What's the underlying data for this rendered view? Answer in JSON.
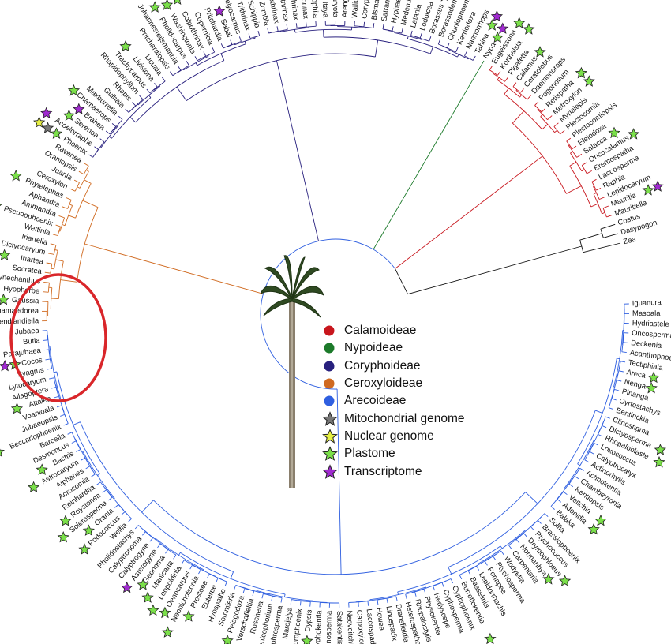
{
  "legend": {
    "items": [
      {
        "label": "Calamoideae",
        "shape": "dot",
        "color": "#c8161d"
      },
      {
        "label": "Nypoideae",
        "shape": "dot",
        "color": "#1c7a2a"
      },
      {
        "label": "Coryphoideae",
        "shape": "dot",
        "color": "#28207e"
      },
      {
        "label": "Ceroxyloideae",
        "shape": "dot",
        "color": "#d06a20"
      },
      {
        "label": "Arecoideae",
        "shape": "dot",
        "color": "#2f5fe0"
      },
      {
        "label": "Mitochondrial genome",
        "shape": "star",
        "color": "#777777"
      },
      {
        "label": "Nuclear genome",
        "shape": "star",
        "color": "#e6f043"
      },
      {
        "label": "Plastome",
        "shape": "star",
        "color": "#7be04a"
      },
      {
        "label": "Transcriptome",
        "shape": "star",
        "color": "#a02bd0"
      }
    ]
  },
  "highlight": {
    "color": "#d9262a"
  },
  "taxa": [
    {
      "name": "Iguanura",
      "clade": "arec",
      "stars": []
    },
    {
      "name": "Masoala",
      "clade": "arec",
      "stars": []
    },
    {
      "name": "Hydriastele",
      "clade": "arec",
      "stars": [
        "plast"
      ]
    },
    {
      "name": "Oncosperma",
      "clade": "arec",
      "stars": []
    },
    {
      "name": "Deckenia",
      "clade": "arec",
      "stars": []
    },
    {
      "name": "Acanthophoenix",
      "clade": "arec",
      "stars": []
    },
    {
      "name": "Tectiphiala",
      "clade": "arec",
      "stars": []
    },
    {
      "name": "Areca",
      "clade": "arec",
      "stars": [
        "plast"
      ]
    },
    {
      "name": "Nenga",
      "clade": "arec",
      "stars": [
        "plast"
      ]
    },
    {
      "name": "Pinanga",
      "clade": "arec",
      "stars": []
    },
    {
      "name": "Cyrtostachys",
      "clade": "arec",
      "stars": []
    },
    {
      "name": "Bentinckia",
      "clade": "arec",
      "stars": []
    },
    {
      "name": "Clinostigma",
      "clade": "arec",
      "stars": []
    },
    {
      "name": "Dictyosperma",
      "clade": "arec",
      "stars": [
        "plast"
      ]
    },
    {
      "name": "Rhopaloblaste",
      "clade": "arec",
      "stars": [
        "plast"
      ]
    },
    {
      "name": "Loxococcus",
      "clade": "arec",
      "stars": []
    },
    {
      "name": "Calyptrocalyx",
      "clade": "arec",
      "stars": []
    },
    {
      "name": "Actinorhytis",
      "clade": "arec",
      "stars": []
    },
    {
      "name": "Actinokentia",
      "clade": "arec",
      "stars": []
    },
    {
      "name": "Chambeyronia",
      "clade": "arec",
      "stars": []
    },
    {
      "name": "Kentiopsis",
      "clade": "arec",
      "stars": []
    },
    {
      "name": "Veitchia",
      "clade": "arec",
      "stars": [
        "plast"
      ]
    },
    {
      "name": "Adonidia",
      "clade": "arec",
      "stars": [
        "plast"
      ]
    },
    {
      "name": "Balaka",
      "clade": "arec",
      "stars": []
    },
    {
      "name": "Solfia",
      "clade": "arec",
      "stars": []
    },
    {
      "name": "Brassiophoenix",
      "clade": "arec",
      "stars": []
    },
    {
      "name": "Ptychococcus",
      "clade": "arec",
      "stars": []
    },
    {
      "name": "Drymophloeus",
      "clade": "arec",
      "stars": [
        "plast"
      ]
    },
    {
      "name": "Normanbya",
      "clade": "arec",
      "stars": [
        "plast"
      ]
    },
    {
      "name": "Carpentaria",
      "clade": "arec",
      "stars": []
    },
    {
      "name": "Wodyetia",
      "clade": "arec",
      "stars": []
    },
    {
      "name": "Ptychosperma",
      "clade": "arec",
      "stars": []
    },
    {
      "name": "Ponapea",
      "clade": "arec",
      "stars": []
    },
    {
      "name": "Lepidorrhachis",
      "clade": "arec",
      "stars": []
    },
    {
      "name": "Basselinia",
      "clade": "arec",
      "stars": []
    },
    {
      "name": "Burretiokentia",
      "clade": "arec",
      "stars": [
        "plast"
      ]
    },
    {
      "name": "Cyphophoenix",
      "clade": "arec",
      "stars": []
    },
    {
      "name": "Cyphosperma",
      "clade": "arec",
      "stars": []
    },
    {
      "name": "Hedyscepe",
      "clade": "arec",
      "stars": []
    },
    {
      "name": "Physokentia",
      "clade": "arec",
      "stars": []
    },
    {
      "name": "Rhopalostylis",
      "clade": "arec",
      "stars": []
    },
    {
      "name": "Heterospathe",
      "clade": "arec",
      "stars": [
        "plast"
      ]
    },
    {
      "name": "Dransfieldia",
      "clade": "arec",
      "stars": []
    },
    {
      "name": "Linospadix",
      "clade": "arec",
      "stars": []
    },
    {
      "name": "Howea",
      "clade": "arec",
      "stars": []
    },
    {
      "name": "Laccospadix",
      "clade": "arec",
      "stars": []
    },
    {
      "name": "Carpoxylon",
      "clade": "arec",
      "stars": []
    },
    {
      "name": "Neoveitchia",
      "clade": "arec",
      "stars": []
    },
    {
      "name": "Satakentia",
      "clade": "arec",
      "stars": [
        "plast"
      ]
    },
    {
      "name": "Clinosperma",
      "clade": "arec",
      "stars": []
    },
    {
      "name": "Cyphokentia",
      "clade": "arec",
      "stars": []
    },
    {
      "name": "Dypsis",
      "clade": "arec",
      "stars": [
        "plast"
      ]
    },
    {
      "name": "Lemurophoenix",
      "clade": "arec",
      "stars": [
        "plast"
      ]
    },
    {
      "name": "Marojejya",
      "clade": "arec",
      "stars": []
    },
    {
      "name": "Nephrosperma",
      "clade": "arec",
      "stars": []
    },
    {
      "name": "Phoenicophorium",
      "clade": "arec",
      "stars": []
    },
    {
      "name": "Roscheria",
      "clade": "arec",
      "stars": []
    },
    {
      "name": "Verschaffeltia",
      "clade": "arec",
      "stars": []
    },
    {
      "name": "Pelagodoxa",
      "clade": "arec",
      "stars": [
        "plast"
      ]
    },
    {
      "name": "Sommieria",
      "clade": "arec",
      "stars": []
    },
    {
      "name": "Hyospathe",
      "clade": "arec",
      "stars": []
    },
    {
      "name": "Euterpe",
      "clade": "arec",
      "stars": []
    },
    {
      "name": "Prestoea",
      "clade": "arec",
      "stars": [
        "plast"
      ]
    },
    {
      "name": "Neonicholsonia",
      "clade": "arec",
      "stars": [
        "plast"
      ]
    },
    {
      "name": "Oenocarpus",
      "clade": "arec",
      "stars": [
        "plast"
      ]
    },
    {
      "name": "Leopoldinia",
      "clade": "arec",
      "stars": [
        "plast"
      ]
    },
    {
      "name": "Manicaria",
      "clade": "arec",
      "stars": [
        "plast"
      ]
    },
    {
      "name": "Geonoma",
      "clade": "arec",
      "stars": [
        "plast"
      ]
    },
    {
      "name": "Asterogyne",
      "clade": "arec",
      "stars": [
        "trans"
      ]
    },
    {
      "name": "Calyptrogyne",
      "clade": "arec",
      "stars": []
    },
    {
      "name": "Calyptronoma",
      "clade": "arec",
      "stars": []
    },
    {
      "name": "Pholidostachys",
      "clade": "arec",
      "stars": []
    },
    {
      "name": "Welfia",
      "clade": "arec",
      "stars": []
    },
    {
      "name": "Podococcus",
      "clade": "arec",
      "stars": [
        "plast"
      ]
    },
    {
      "name": "Orania",
      "clade": "arec",
      "stars": [
        "plast"
      ]
    },
    {
      "name": "Sclerosperma",
      "clade": "arec",
      "stars": [
        "plast"
      ]
    },
    {
      "name": "Roystonea",
      "clade": "arec",
      "stars": [
        "plast"
      ]
    },
    {
      "name": "Reinhardtia",
      "clade": "arec",
      "stars": []
    },
    {
      "name": "Acrocomia",
      "clade": "arec",
      "stars": []
    },
    {
      "name": "Aiphanes",
      "clade": "arec",
      "stars": []
    },
    {
      "name": "Astrocaryum",
      "clade": "arec",
      "stars": [
        "plast"
      ]
    },
    {
      "name": "Bactris",
      "clade": "arec",
      "stars": [
        "plast"
      ]
    },
    {
      "name": "Desmoncus",
      "clade": "arec",
      "stars": []
    },
    {
      "name": "Barcella",
      "clade": "arec",
      "stars": []
    },
    {
      "name": "Beccariophoenix",
      "clade": "arec",
      "stars": [
        "plast",
        "nuc",
        "trans"
      ]
    },
    {
      "name": "Jubaeopsis",
      "clade": "arec",
      "stars": []
    },
    {
      "name": "Voanioala",
      "clade": "arec",
      "stars": []
    },
    {
      "name": "Attalea",
      "clade": "arec",
      "stars": [
        "plast"
      ]
    },
    {
      "name": "Allagoptera",
      "clade": "arec",
      "stars": []
    },
    {
      "name": "Lytocaryum",
      "clade": "arec",
      "stars": []
    },
    {
      "name": "Syagrus",
      "clade": "arec",
      "stars": []
    },
    {
      "name": "Cocos",
      "clade": "arec",
      "stars": [
        "plast",
        "trans"
      ]
    },
    {
      "name": "Parajubaea",
      "clade": "arec",
      "stars": []
    },
    {
      "name": "Butia",
      "clade": "arec",
      "stars": []
    },
    {
      "name": "Jubaea",
      "clade": "arec",
      "stars": []
    },
    {
      "name": "Wendlandiella",
      "clade": "cerox",
      "stars": []
    },
    {
      "name": "Chamaedorea",
      "clade": "cerox",
      "stars": []
    },
    {
      "name": "Gaussia",
      "clade": "cerox",
      "stars": [
        "plast",
        "trans"
      ]
    },
    {
      "name": "Hyophorbe",
      "clade": "cerox",
      "stars": []
    },
    {
      "name": "Synechanthus",
      "clade": "cerox",
      "stars": []
    },
    {
      "name": "Socratea",
      "clade": "cerox",
      "stars": []
    },
    {
      "name": "Iriartea",
      "clade": "cerox",
      "stars": [
        "plast"
      ]
    },
    {
      "name": "Dictyocaryum",
      "clade": "cerox",
      "stars": []
    },
    {
      "name": "Iriartella",
      "clade": "cerox",
      "stars": []
    },
    {
      "name": "Wettinia",
      "clade": "cerox",
      "stars": []
    },
    {
      "name": "Pseudophoenix",
      "clade": "cerox",
      "stars": [
        "plast"
      ]
    },
    {
      "name": "Ammandra",
      "clade": "cerox",
      "stars": []
    },
    {
      "name": "Aphandra",
      "clade": "cerox",
      "stars": []
    },
    {
      "name": "Phytelephas",
      "clade": "cerox",
      "stars": [
        "plast"
      ]
    },
    {
      "name": "Ceroxylon",
      "clade": "cerox",
      "stars": []
    },
    {
      "name": "Juania",
      "clade": "cerox",
      "stars": []
    },
    {
      "name": "Oraniopsis",
      "clade": "cerox",
      "stars": []
    },
    {
      "name": "Ravenea",
      "clade": "cerox",
      "stars": []
    },
    {
      "name": "Phoenix",
      "clade": "cory",
      "stars": [
        "plast",
        "mito",
        "nuc"
      ]
    },
    {
      "name": "Acoelorraphe",
      "clade": "cory",
      "stars": [
        "trans"
      ]
    },
    {
      "name": "Serenoa",
      "clade": "cory",
      "stars": [
        "plast"
      ]
    },
    {
      "name": "Brahea",
      "clade": "cory",
      "stars": [
        "trans"
      ]
    },
    {
      "name": "Chamaerops",
      "clade": "cory",
      "stars": [
        "plast"
      ]
    },
    {
      "name": "Maxburretia",
      "clade": "cory",
      "stars": []
    },
    {
      "name": "Guihaia",
      "clade": "cory",
      "stars": []
    },
    {
      "name": "Rhapis",
      "clade": "cory",
      "stars": []
    },
    {
      "name": "Rhapidophyllum",
      "clade": "cory",
      "stars": []
    },
    {
      "name": "Trachycarpus",
      "clade": "cory",
      "stars": []
    },
    {
      "name": "Livistona",
      "clade": "cory",
      "stars": [
        "plast"
      ]
    },
    {
      "name": "Licuala",
      "clade": "cory",
      "stars": []
    },
    {
      "name": "Pritchardiopsis",
      "clade": "cory",
      "stars": []
    },
    {
      "name": "Johannesteijsmannia",
      "clade": "cory",
      "stars": []
    },
    {
      "name": "Pholidocarpus",
      "clade": "cory",
      "stars": [
        "plast"
      ]
    },
    {
      "name": "Washingtonia",
      "clade": "cory",
      "stars": [
        "plast"
      ]
    },
    {
      "name": "Colpothrinax",
      "clade": "cory",
      "stars": [
        "plast"
      ]
    },
    {
      "name": "Copernicia",
      "clade": "cory",
      "stars": []
    },
    {
      "name": "Pritchardia",
      "clade": "cory",
      "stars": [
        "plast"
      ]
    },
    {
      "name": "Sabal",
      "clade": "cory",
      "stars": [
        "trans"
      ]
    },
    {
      "name": "Chelyocarpus",
      "clade": "cory",
      "stars": []
    },
    {
      "name": "Trithrinax",
      "clade": "cory",
      "stars": [
        "plast"
      ]
    },
    {
      "name": "Schippia",
      "clade": "cory",
      "stars": []
    },
    {
      "name": "Zombia",
      "clade": "cory",
      "stars": []
    },
    {
      "name": "Coccothrinax",
      "clade": "cory",
      "stars": []
    },
    {
      "name": "Hemithrinax",
      "clade": "cory",
      "stars": []
    },
    {
      "name": "Thrinax",
      "clade": "cory",
      "stars": []
    },
    {
      "name": "Leucothrinax",
      "clade": "cory",
      "stars": []
    },
    {
      "name": "Cryosophila",
      "clade": "cory",
      "stars": []
    },
    {
      "name": "Itaya",
      "clade": "cory",
      "stars": []
    },
    {
      "name": "Caryota",
      "clade": "cory",
      "stars": []
    },
    {
      "name": "Arenga",
      "clade": "cory",
      "stars": [
        "plast"
      ]
    },
    {
      "name": "Wallichia",
      "clade": "cory",
      "stars": [
        "plast"
      ]
    },
    {
      "name": "Corypha",
      "clade": "cory",
      "stars": [
        "plast"
      ]
    },
    {
      "name": "Bismarckia",
      "clade": "cory",
      "stars": [
        "plast"
      ]
    },
    {
      "name": "Satranala",
      "clade": "cory",
      "stars": []
    },
    {
      "name": "Hyphaene",
      "clade": "cory",
      "stars": []
    },
    {
      "name": "Medemia",
      "clade": "cory",
      "stars": []
    },
    {
      "name": "Latania",
      "clade": "cory",
      "stars": []
    },
    {
      "name": "Lodoicea",
      "clade": "cory",
      "stars": [
        "plast"
      ]
    },
    {
      "name": "Borassus",
      "clade": "cory",
      "stars": [
        "plast"
      ]
    },
    {
      "name": "Borassodendron",
      "clade": "cory",
      "stars": []
    },
    {
      "name": "Chuniophoenix",
      "clade": "cory",
      "stars": [
        "plast"
      ]
    },
    {
      "name": "Kerriodoxa",
      "clade": "cory",
      "stars": []
    },
    {
      "name": "Nannorrhops",
      "clade": "cory",
      "stars": []
    },
    {
      "name": "Tahina",
      "clade": "cory",
      "stars": [
        "plast",
        "trans"
      ]
    },
    {
      "name": "Nypa",
      "clade": "nypa",
      "stars": [
        "plast",
        "trans"
      ]
    },
    {
      "name": "Eugeissona",
      "clade": "cala",
      "stars": [
        "plast"
      ]
    },
    {
      "name": "Korthalsia",
      "clade": "cala",
      "stars": [
        "plast"
      ]
    },
    {
      "name": "Pigafetta",
      "clade": "cala",
      "stars": []
    },
    {
      "name": "Calamus",
      "clade": "cala",
      "stars": [
        "plast"
      ]
    },
    {
      "name": "Ceratolobus",
      "clade": "cala",
      "stars": []
    },
    {
      "name": "Daemonorops",
      "clade": "cala",
      "stars": []
    },
    {
      "name": "Pogonotium",
      "clade": "cala",
      "stars": []
    },
    {
      "name": "Retispatha",
      "clade": "cala",
      "stars": [
        "plast"
      ]
    },
    {
      "name": "Metroxylon",
      "clade": "cala",
      "stars": [
        "plast"
      ]
    },
    {
      "name": "Myrialepis",
      "clade": "cala",
      "stars": []
    },
    {
      "name": "Plectocomia",
      "clade": "cala",
      "stars": []
    },
    {
      "name": "Plectocomiopsis",
      "clade": "cala",
      "stars": []
    },
    {
      "name": "Eleiodoxa",
      "clade": "cala",
      "stars": []
    },
    {
      "name": "Salacca",
      "clade": "cala",
      "stars": [
        "plast"
      ]
    },
    {
      "name": "Oncocalamus",
      "clade": "cala",
      "stars": [
        "plast"
      ]
    },
    {
      "name": "Eremospatha",
      "clade": "cala",
      "stars": []
    },
    {
      "name": "Laccosperma",
      "clade": "cala",
      "stars": []
    },
    {
      "name": "Raphia",
      "clade": "cala",
      "stars": []
    },
    {
      "name": "Lepidocaryum",
      "clade": "cala",
      "stars": []
    },
    {
      "name": "Mauritia",
      "clade": "cala",
      "stars": [
        "plast",
        "trans"
      ]
    },
    {
      "name": "Mauritiella",
      "clade": "cala",
      "stars": []
    },
    {
      "name": "Costus",
      "clade": "out",
      "stars": []
    },
    {
      "name": "Dasypogon",
      "clade": "out",
      "stars": []
    },
    {
      "name": "Zea",
      "clade": "out",
      "stars": []
    }
  ]
}
